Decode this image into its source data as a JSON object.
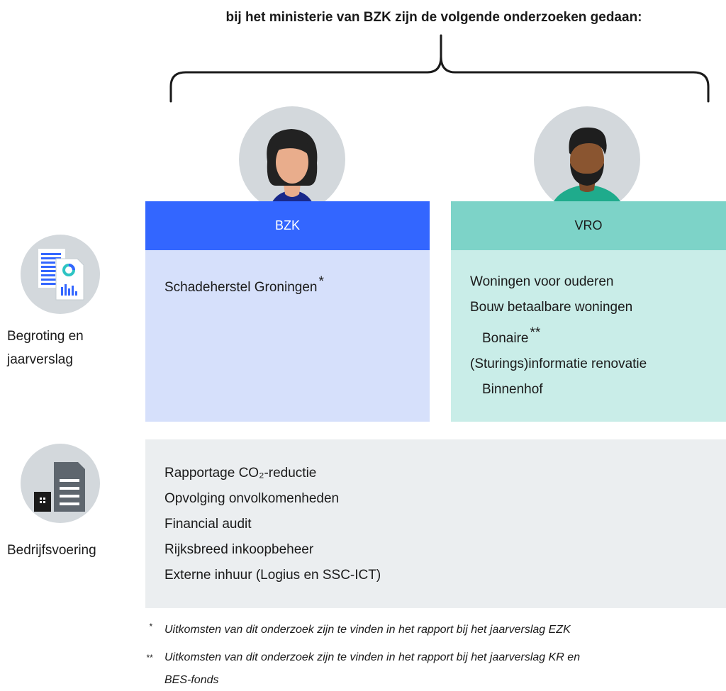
{
  "header": {
    "title": "bij het ministerie van BZK zijn de volgende onderzoeken gedaan:"
  },
  "columns": [
    {
      "label": "BZK",
      "color": "#3366ff",
      "body_color": "#d6e0fb",
      "items": [
        "Schadeherstel Groningen"
      ],
      "item_mark": "*"
    },
    {
      "label": "VRO",
      "color": "#7dd3c8",
      "body_color": "#c9ede8",
      "items": [
        "Woningen voor ouderen",
        "Bouw betaalbare woningen",
        "Bonaire",
        "(Sturings)informatie renovatie",
        "Binnenhof"
      ],
      "item_mark": "**"
    }
  ],
  "rows": [
    {
      "label_line1": "Begroting en",
      "label_line2": "jaarverslag",
      "icon": "report-icon"
    },
    {
      "label_line1": "Bedrijfsvoering",
      "icon": "building-icon"
    }
  ],
  "operations": {
    "items": [
      "Rapportage CO₂-reductie",
      "Opvolging onvolkomenheden",
      "Financial audit",
      "Rijksbreed inkoopbeheer",
      "Externe inhuur (Logius en SSC-ICT)"
    ],
    "background": "#ebeef0"
  },
  "footnotes": [
    {
      "mark": "*",
      "text": "Uitkomsten van dit onderzoek zijn te vinden in het rapport bij het jaarverslag EZK"
    },
    {
      "mark": "**",
      "text_line1": "Uitkomsten van dit onderzoek zijn te vinden in het rapport bij het jaarverslag KR en",
      "text_line2": "BES-fonds"
    }
  ]
}
